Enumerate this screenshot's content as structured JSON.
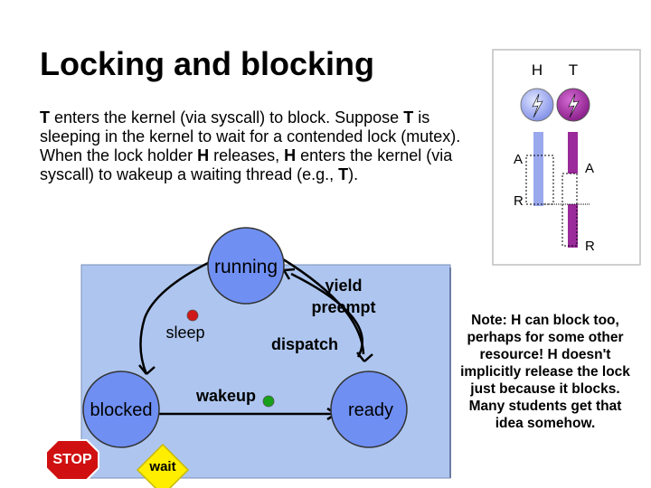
{
  "title": "Locking and blocking",
  "intro": {
    "t1": "T",
    "s1": " enters the kernel (via syscall) to block.  Suppose ",
    "t2": "T",
    "s2": " is sleeping in the kernel to wait for a contended lock (mutex).  When the lock holder ",
    "t3": "H",
    "s3": " releases, ",
    "t4": "H",
    "s4": " enters the kernel (via syscall) to wakeup a waiting thread (e.g., ",
    "t5": "T",
    "s5": ")."
  },
  "threads": {
    "h_label": "H",
    "t_label": "T",
    "acquire_h": "A",
    "acquire_t": "A",
    "release_h": "R",
    "release_t": "R"
  },
  "states": {
    "running": "running",
    "blocked": "blocked",
    "ready": "ready"
  },
  "transitions": {
    "sleep": "sleep",
    "yield": "yield",
    "preempt": "preempt",
    "dispatch": "dispatch",
    "wakeup": "wakeup"
  },
  "signs": {
    "stop": "STOP",
    "wait": "wait"
  },
  "note": {
    "b1": "Note",
    "s1": ": ",
    "b2": "H",
    "s2": " can block too, perhaps for some other resource!  ",
    "b3": "H",
    "s3": " doesn't implicitly release the lock just because it blocks.  Many students get that idea somehow."
  },
  "colors": {
    "panel": "#aec6ef",
    "state_fill": "#6f8ff2",
    "thread_h": "#9aa8ee",
    "thread_t": "#9b2a9b",
    "stop_red": "#d01010",
    "wait_yellow": "#ffee00",
    "sleep_dot": "#d01818",
    "wakeup_dot": "#18a018"
  }
}
